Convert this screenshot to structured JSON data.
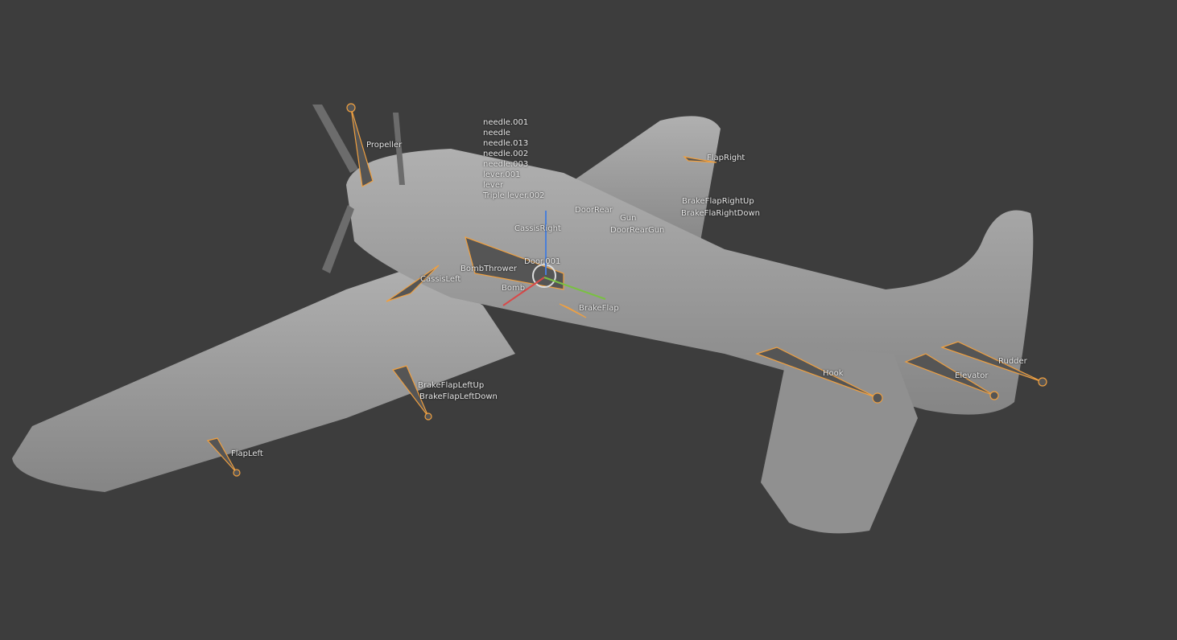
{
  "viewport": {
    "background": "#3d3d3d",
    "model_color": "#9a9a9a",
    "bone_outline": "#f0a040"
  },
  "bones": [
    {
      "label": "Propeller"
    },
    {
      "label": "needle.001"
    },
    {
      "label": "needle"
    },
    {
      "label": "needle.013"
    },
    {
      "label": "needle.002"
    },
    {
      "label": "needle.003"
    },
    {
      "label": "lever.001"
    },
    {
      "label": "lever"
    },
    {
      "label": "Triple lever.002"
    },
    {
      "label": "FlapRight"
    },
    {
      "label": "BrakeFlapRightUp"
    },
    {
      "label": "BrakeFlaRightDown"
    },
    {
      "label": "DoorRear"
    },
    {
      "label": "Gun"
    },
    {
      "label": "DoorRearGun"
    },
    {
      "label": "CassisRight"
    },
    {
      "label": "Door.001"
    },
    {
      "label": "BombThrower"
    },
    {
      "label": "CassisLeft"
    },
    {
      "label": "Bomb"
    },
    {
      "label": "BrakeFlap"
    },
    {
      "label": "BrakeFlapLeftUp"
    },
    {
      "label": "BrakeFlapLeftDown"
    },
    {
      "label": "FlapLeft"
    },
    {
      "label": "Hook"
    },
    {
      "label": "Elevator"
    },
    {
      "label": "Rudder"
    }
  ]
}
